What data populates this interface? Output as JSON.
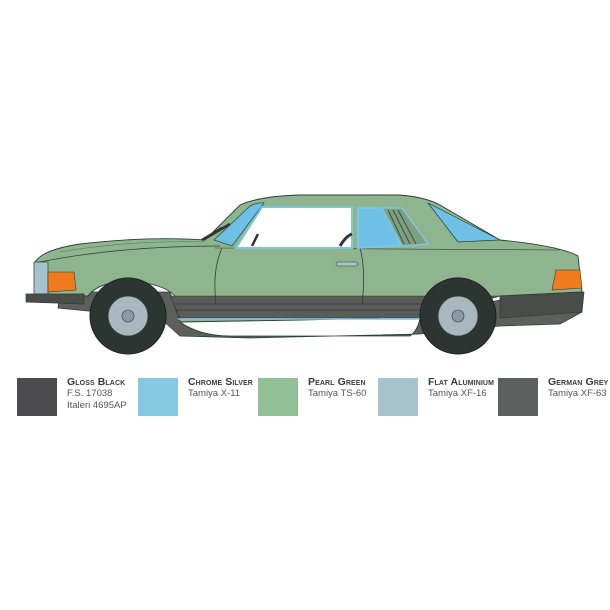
{
  "illustration": {
    "subject": "side-profile-coupe",
    "colors": {
      "body": "#8fb58f",
      "body_shade": "#7fa47f",
      "glass": "#6fc0e6",
      "trim": "#7fc4e0",
      "lower_panel": "#5d5f5d",
      "bumper": "#4a4c4a",
      "tire": "#2d3533",
      "wheel": "#a9b7bf",
      "indicator": "#f07a1e",
      "outline": "#2c3d35"
    }
  },
  "legend": {
    "items": [
      {
        "name": "Gloss Black",
        "codes": [
          "F.S. 17038",
          "Italeri 4695AP"
        ],
        "color": "#4c4c4e"
      },
      {
        "name": "Chrome Silver",
        "codes": [
          "Tamiya X-11"
        ],
        "color": "#86c7e2"
      },
      {
        "name": "Pearl Green",
        "codes": [
          "Tamiya TS-60"
        ],
        "color": "#92bf96"
      },
      {
        "name": "Flat Aluminium",
        "codes": [
          "Tamiya XF-16"
        ],
        "color": "#a6c2cc"
      },
      {
        "name": "German Grey",
        "codes": [
          "Tamiya XF-63"
        ],
        "color": "#5e605f"
      }
    ]
  }
}
